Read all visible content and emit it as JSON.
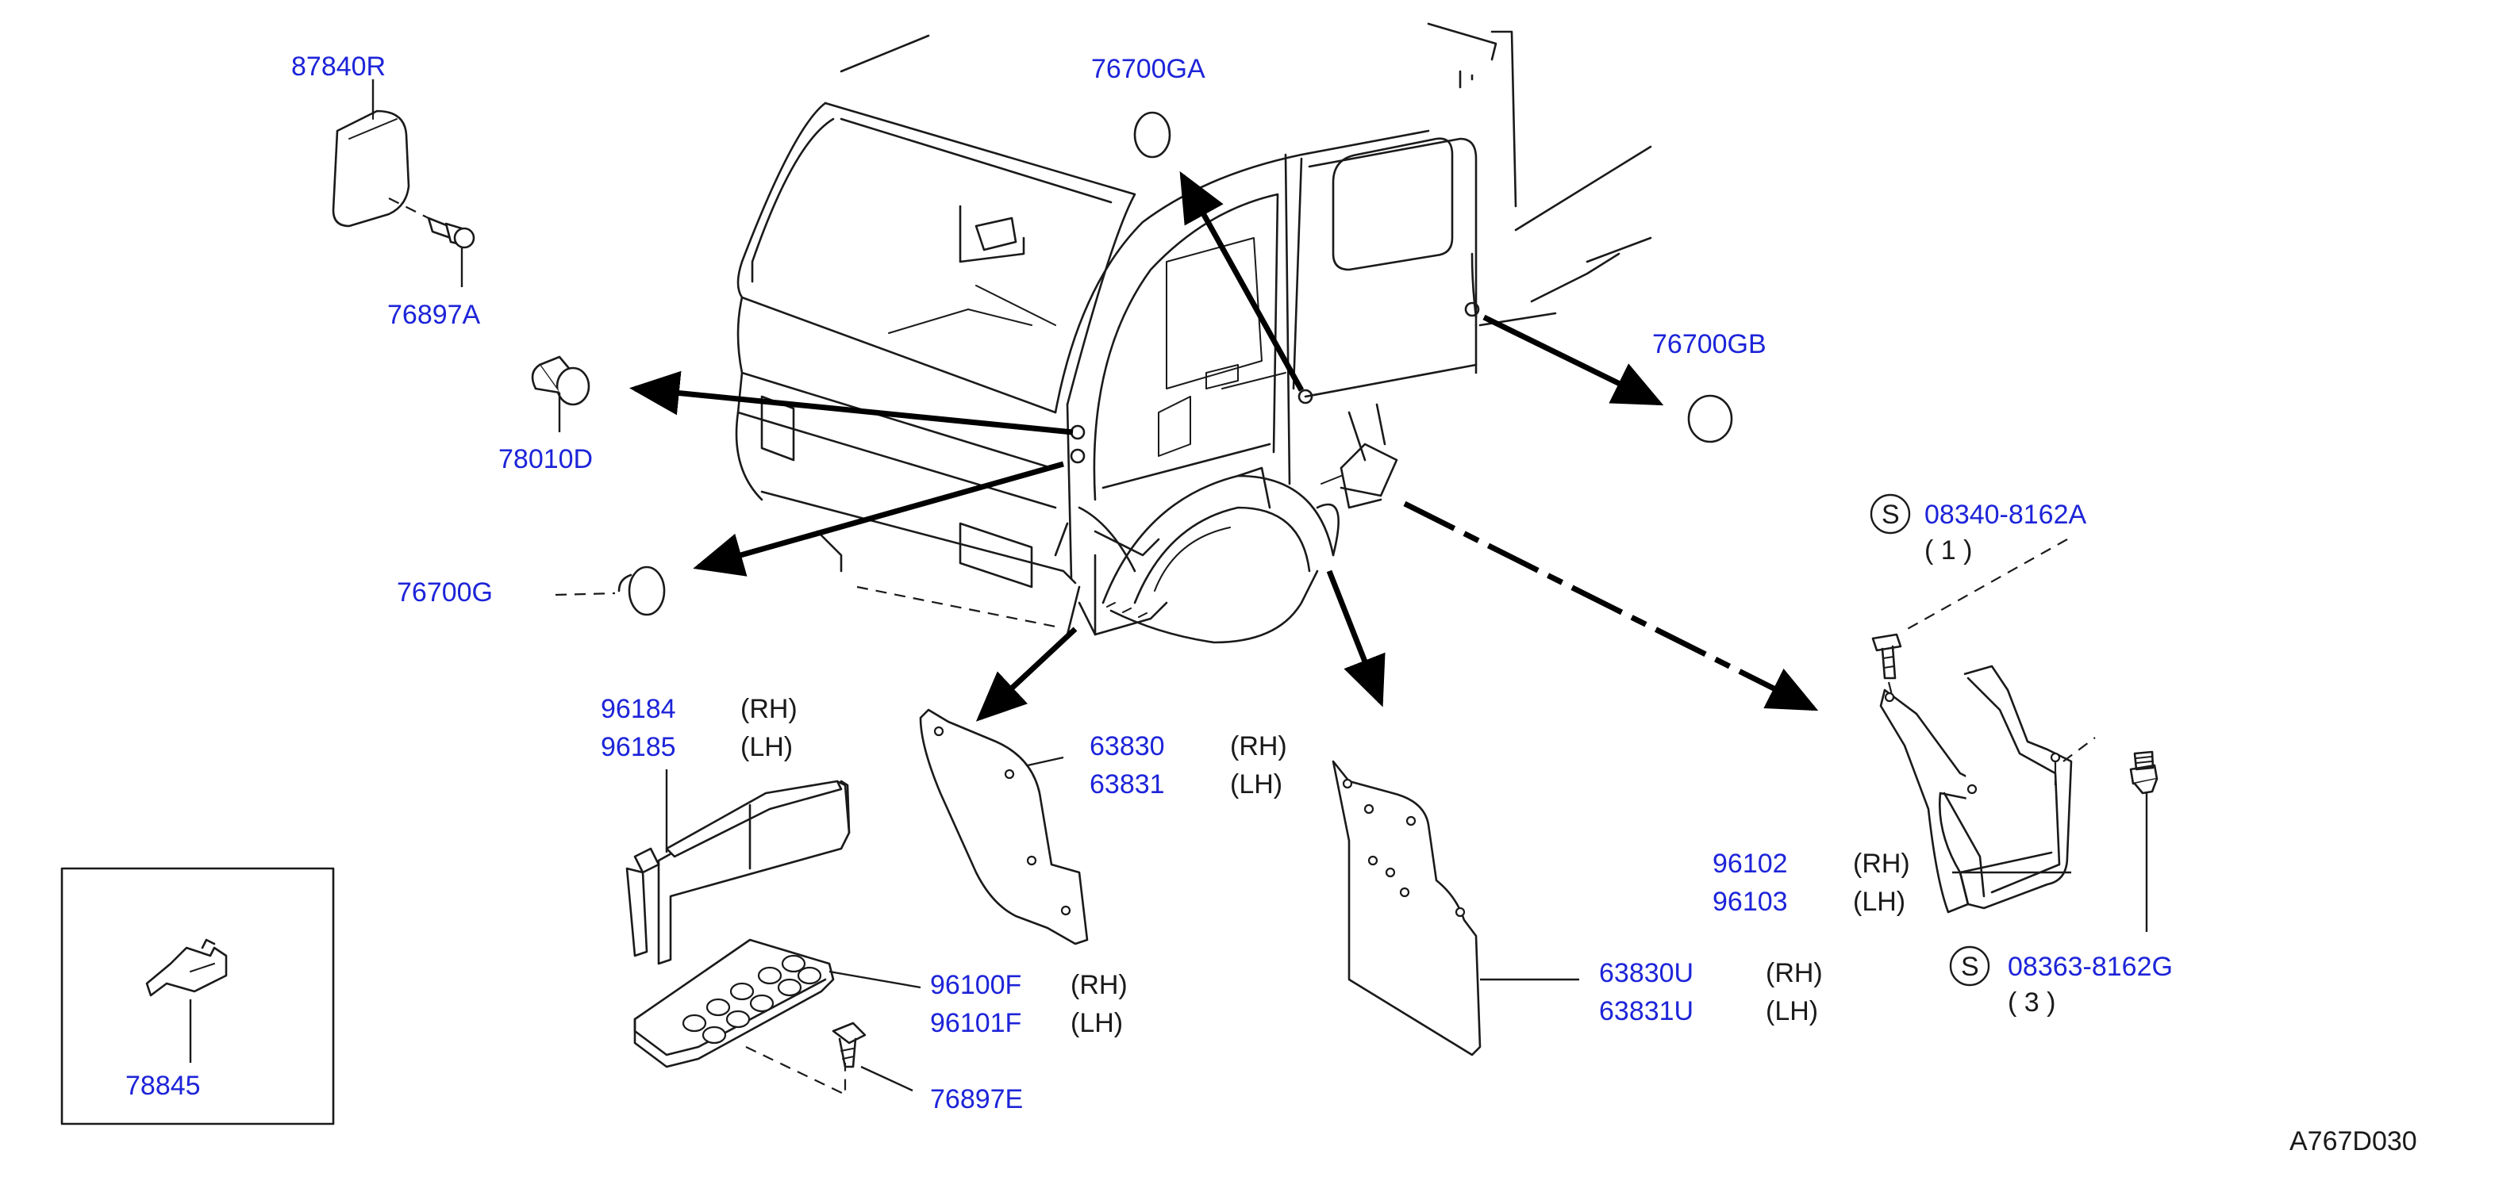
{
  "parts": {
    "p87840R": "87840R",
    "p76897A": "76897A",
    "p78010D": "78010D",
    "p76700G": "76700G",
    "p76700GA": "76700GA",
    "p76700GB": "76700GB",
    "p96184": "96184",
    "p96185": "96185",
    "p63830": "63830",
    "p63831": "63831",
    "p96100F": "96100F",
    "p96101F": "96101F",
    "p76897E": "76897E",
    "p63830U": "63830U",
    "p63831U": "63831U",
    "p96102": "96102",
    "p96103": "96103",
    "p78845": "78845",
    "bolt_a": "08340-8162A",
    "bolt_a_qty": "( 1 )",
    "bolt_g": "08363-8162G",
    "bolt_g_qty": "( 3 )"
  },
  "sides": {
    "rh": "(RH)",
    "lh": "(LH)"
  },
  "standard_symbol": "S",
  "drawing_ref": "A767D030",
  "colors": {
    "part_number": "#1d24d8",
    "line": "#1a1a1a",
    "background": "#ffffff"
  }
}
